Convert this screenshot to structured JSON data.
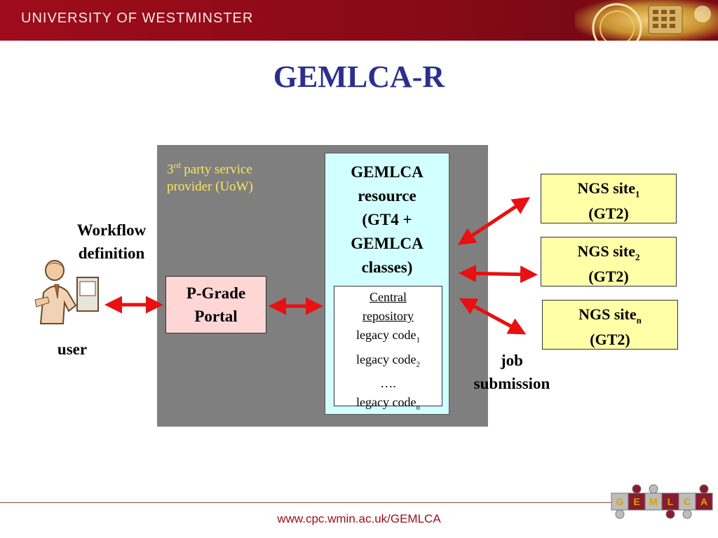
{
  "header": {
    "organization": "UNIVERSITY OF WESTMINSTER"
  },
  "slide": {
    "title": "GEMLCA-R"
  },
  "diagram": {
    "provider": {
      "sup": "rd",
      "number": "3",
      "rest": " party service provider (UoW)"
    },
    "gemlca": {
      "title_lines": [
        "GEMLCA",
        "resource",
        "(GT4 +",
        "GEMLCA",
        "classes)"
      ]
    },
    "repository": {
      "heading_lines": [
        "Central",
        "repository"
      ],
      "code_label": "legacy code",
      "code_subs": [
        "1",
        "2",
        "n"
      ],
      "ellipsis": "…."
    },
    "portal": {
      "lines": [
        "P-Grade",
        "Portal"
      ]
    },
    "ngs_sites": [
      {
        "name": "NGS site",
        "sub": "1",
        "grid": "(GT2)"
      },
      {
        "name": "NGS site",
        "sub": "2",
        "grid": "(GT2)"
      },
      {
        "name": "NGS site",
        "sub": "n",
        "grid": "(GT2)"
      }
    ],
    "labels": {
      "workflow_lines": [
        "Workflow",
        "definition"
      ],
      "user": "user",
      "job_lines": [
        "job",
        "submission"
      ]
    }
  },
  "footer": {
    "url": "www.cpc.wmin.ac.uk/GEMLCA"
  },
  "logo": {
    "letters": [
      "G",
      "E",
      "M",
      "L",
      "C",
      "A"
    ]
  },
  "colors": {
    "header": "#9e0c1c",
    "title": "#2b2f8f",
    "provider_bg": "#7f7f7f",
    "provider_text": "#ffe65c",
    "gemlca_bg": "#d2ffff",
    "portal_bg": "#ffd6d6",
    "ngs_bg": "#ffffa8",
    "arrow": "#e81010"
  }
}
